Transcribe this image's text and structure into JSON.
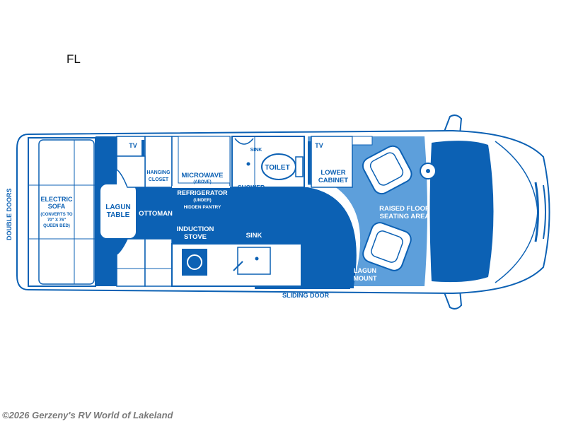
{
  "model_code": "FL",
  "watermark": "©2026 Gerzeny's RV World of Lakeland",
  "colors": {
    "primary_blue": "#0c61b4",
    "light_blue": "#5d9fdb",
    "outline": "#0c61b4",
    "background": "#ffffff"
  },
  "labels": {
    "double_doors": "DOUBLE DOORS",
    "electric_sofa": [
      "ELECTRIC",
      "SOFA"
    ],
    "sofa_note": [
      "(CONVERTS TO",
      "70\" X 76\"",
      "QUEEN BED)"
    ],
    "lagun_table": [
      "LAGUN",
      "TABLE"
    ],
    "ottoman": "OTTOMAN",
    "tv_left": "TV",
    "hanging_closet": [
      "HANGING",
      "CLOSET"
    ],
    "microwave": "MICROWAVE",
    "microwave_note": "(ABOVE)",
    "refrigerator": "REFRIGERATOR",
    "refrigerator_note": "(UNDER)",
    "hidden_pantry": "HIDDEN PANTRY",
    "sink_bath": "SINK",
    "shower": "SHOWER",
    "toilet": "TOILET",
    "tv_right": "TV",
    "lower_cabinet": [
      "LOWER",
      "CABINET"
    ],
    "induction_stove": [
      "INDUCTION",
      "STOVE"
    ],
    "sink_kitchen": "SINK",
    "raised_floor": [
      "RAISED FLOOR",
      "SEATING AREA"
    ],
    "lagun_mount": [
      "LAGUN",
      "MOUNT"
    ],
    "sliding_door": "SLIDING DOOR"
  }
}
